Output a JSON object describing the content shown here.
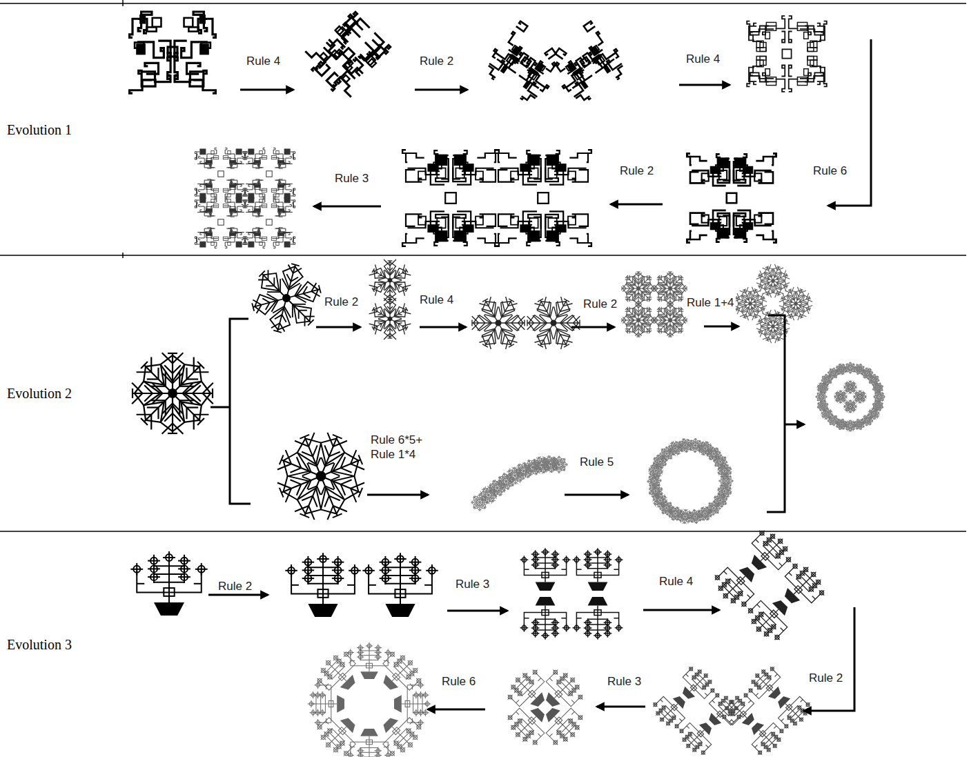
{
  "diagram": {
    "nodes": [
      {
        "text": [
          "Evolution 1"
        ]
      },
      {
        "text": [
          "Evolution 2"
        ]
      },
      {
        "text": [
          "Evolution 3"
        ]
      }
    ],
    "labels": [
      "Rule 4",
      "Rule 2",
      "Rule 4",
      "Rule 6",
      "Rule 2",
      "Rule 3",
      "Rule 2",
      "Rule 4",
      "Rule 2",
      "Rule 1+4",
      "Rule 6*5+ Rule 1*4",
      "Rule 5",
      "Rule 2",
      "Rule 3",
      "Rule 4",
      "Rule 2",
      "Rule 3",
      "Rule 6"
    ]
  }
}
